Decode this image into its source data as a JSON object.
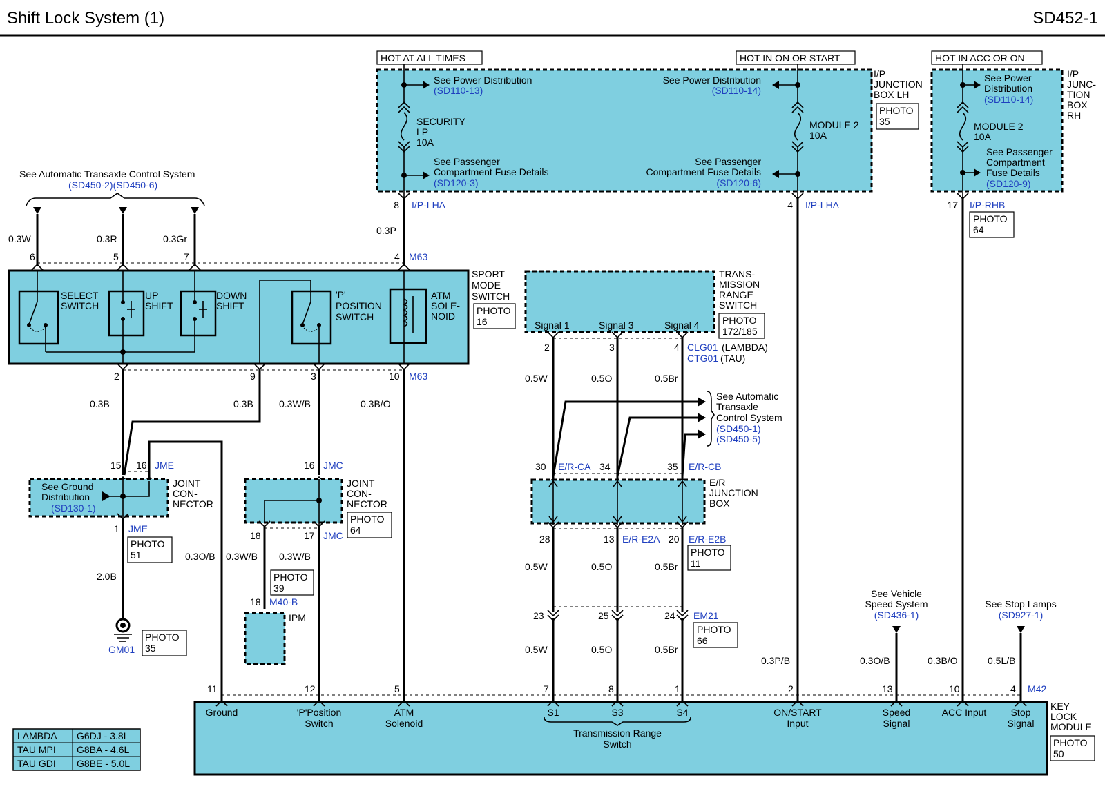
{
  "header": {
    "title": "Shift Lock System (1)",
    "code": "SD452-1"
  },
  "hot": {
    "always": "HOT AT ALL TIMES",
    "on_start": "HOT IN ON OR START",
    "acc_on": "HOT IN ACC OR ON"
  },
  "ip_lh": {
    "name": [
      "I/P",
      "JUNCTION",
      "BOX LH"
    ],
    "photo": [
      "PHOTO",
      "35"
    ],
    "pd1": "See Power Distribution",
    "pd1_ref": "(SD110-13)",
    "fuse1": [
      "SECURITY",
      "LP",
      "10A"
    ],
    "pc1": [
      "See Passenger",
      "Compartment Fuse Details"
    ],
    "pc1_ref": "(SD120-3)",
    "pd2": "See Power Distribution",
    "pd2_ref": "(SD110-14)",
    "fuse2": [
      "MODULE 2",
      "10A"
    ],
    "pc2": [
      "See Passenger",
      "Compartment Fuse Details"
    ],
    "pc2_ref": "(SD120-6)",
    "pin1": "8",
    "pin1_conn": "I/P-LHA",
    "pin2": "4",
    "pin2_conn": "I/P-LHA"
  },
  "ip_rh": {
    "name": [
      "I/P",
      "JUNC-",
      "TION",
      "BOX",
      "RH"
    ],
    "pd": [
      "See Power",
      "Distribution"
    ],
    "pd_ref": "(SD110-14)",
    "fuse": [
      "MODULE 2",
      "10A"
    ],
    "pc": [
      "See Passenger",
      "Compartment",
      "Fuse Details"
    ],
    "pc_ref": "(SD120-9)",
    "pin": "17",
    "pin_conn": "I/P-RHB",
    "photo": [
      "PHOTO",
      "64"
    ]
  },
  "atcs": {
    "see": "See Automatic Transaxle Control System",
    "ref": "(SD450-2)(SD450-6)"
  },
  "sport": {
    "name": [
      "SPORT",
      "MODE",
      "SWITCH"
    ],
    "photo": [
      "PHOTO",
      "16"
    ],
    "select": [
      "SELECT",
      "SWITCH"
    ],
    "up": [
      "UP",
      "SHIFT"
    ],
    "down": [
      "DOWN",
      "SHIFT"
    ],
    "p": [
      "'P'",
      "POSITION",
      "SWITCH"
    ],
    "atm": [
      "ATM",
      "SOLE-",
      "NOID"
    ],
    "conn": "M63",
    "top_wires": [
      {
        "pin": "6",
        "wire": "0.3W"
      },
      {
        "pin": "5",
        "wire": "0.3R"
      },
      {
        "pin": "7",
        "wire": "0.3Gr"
      },
      {
        "pin": "4",
        "wire": "0.3P"
      }
    ],
    "bottom_pins": [
      "2",
      "9",
      "3",
      "10"
    ],
    "bottom_wires": [
      "0.3B",
      "0.3B",
      "0.3W/B",
      "0.3B/O"
    ]
  },
  "jme": {
    "name": [
      "JOINT",
      "CON-",
      "NECTOR"
    ],
    "conn": "JME",
    "pins": [
      "15",
      "16",
      "1"
    ],
    "see": [
      "See Ground",
      "Distribution"
    ],
    "ref": "(SD130-1)",
    "photo": [
      "PHOTO",
      "51"
    ],
    "wire": "2.0B",
    "ground": "GM01",
    "gphoto": [
      "PHOTO",
      "35"
    ]
  },
  "jmc": {
    "name": [
      "JOINT",
      "CON-",
      "NECTOR"
    ],
    "conn": "JMC",
    "pins": [
      "16",
      "18",
      "17"
    ],
    "photo": [
      "PHOTO",
      "64"
    ],
    "wires": [
      "0.3W/B",
      "0.3W/B"
    ],
    "wire_gnd": "0.3O/B"
  },
  "ipm": {
    "name": "IPM",
    "pin": "18",
    "conn": "M40-B",
    "photo": [
      "PHOTO",
      "39"
    ]
  },
  "trs": {
    "name": [
      "TRANS-",
      "MISSION",
      "RANGE",
      "SWITCH"
    ],
    "photo": [
      "PHOTO",
      "172/185"
    ],
    "signals": [
      "Signal 1",
      "Signal 3",
      "Signal 4"
    ],
    "pins": [
      "2",
      "3",
      "4"
    ],
    "conn1": "CLG01",
    "conn1_t": "(LAMBDA)",
    "conn2": "CTG01",
    "conn2_t": "(TAU)",
    "wires": [
      "0.5W",
      "0.5O",
      "0.5Br"
    ]
  },
  "atcs2": {
    "see": [
      "See Automatic",
      "Transaxle",
      "Control System"
    ],
    "refs": [
      "(SD450-1)",
      "(SD450-5)"
    ]
  },
  "er": {
    "name": [
      "E/R",
      "JUNCTION",
      "BOX"
    ],
    "top": [
      {
        "pin": "30",
        "conn": "E/R-CA"
      },
      {
        "pin": "34",
        "conn": ""
      },
      {
        "pin": "35",
        "conn": "E/R-CB"
      }
    ],
    "bottom": [
      {
        "pin": "28",
        "conn": ""
      },
      {
        "pin": "13",
        "conn": "E/R-E2A"
      },
      {
        "pin": "20",
        "conn": "E/R-E2B"
      }
    ],
    "photo": [
      "PHOTO",
      "11"
    ],
    "wires": [
      "0.5W",
      "0.5O",
      "0.5Br"
    ]
  },
  "em21": {
    "pins": [
      "23",
      "25",
      "24"
    ],
    "conn": "EM21",
    "photo": [
      "PHOTO",
      "66"
    ],
    "wires": [
      "0.5W",
      "0.5O",
      "0.5Br"
    ]
  },
  "vss": {
    "see": [
      "See Vehicle",
      "Speed System"
    ],
    "ref": "(SD436-1)",
    "wire": "0.3O/B"
  },
  "stop": {
    "see": "See Stop Lamps",
    "ref": "(SD927-1)",
    "wire": "0.5L/B"
  },
  "misc_wires": {
    "on_start": "0.3P/B",
    "acc": "0.3B/O"
  },
  "klm": {
    "name": [
      "KEY",
      "LOCK",
      "MODULE"
    ],
    "photo": [
      "PHOTO",
      "50"
    ],
    "conn": "M42",
    "pins": [
      "11",
      "12",
      "5",
      "7",
      "8",
      "1",
      "2",
      "13",
      "10",
      "4"
    ],
    "labels": {
      "ground": "Ground",
      "pswitch": [
        "'P'Position",
        "Switch"
      ],
      "atm": [
        "ATM",
        "Solenoid"
      ],
      "s1": "S1",
      "s3": "S3",
      "s4": "S4",
      "trs": [
        "Transmission Range",
        "Switch"
      ],
      "onstart": [
        "ON/START",
        "Input"
      ],
      "speed": [
        "Speed",
        "Signal"
      ],
      "acc": "ACC Input",
      "stop": [
        "Stop",
        "Signal"
      ]
    }
  },
  "legend": [
    {
      "model": "LAMBDA",
      "engine": "G6DJ - 3.8L"
    },
    {
      "model": "TAU MPI",
      "engine": "G8BA - 4.6L"
    },
    {
      "model": "TAU GDI",
      "engine": "G8BE - 5.0L"
    }
  ]
}
